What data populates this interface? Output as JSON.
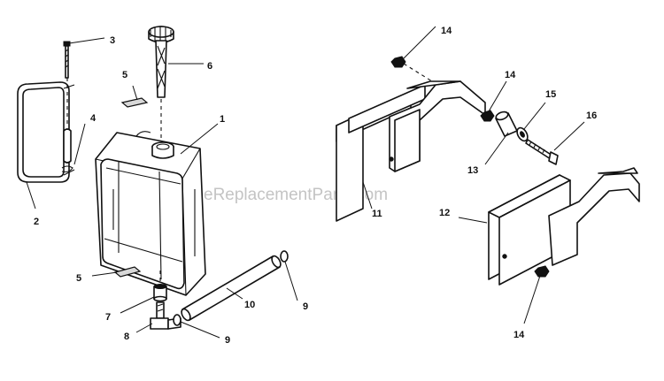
{
  "watermark": "eReplacementParts.com",
  "callouts": {
    "c1": "1",
    "c2": "2",
    "c3": "3",
    "c4": "4",
    "c5a": "5",
    "c5b": "5",
    "c6": "6",
    "c7": "7",
    "c8": "8",
    "c9a": "9",
    "c9b": "9",
    "c10": "10",
    "c11": "11",
    "c12": "12",
    "c13": "13",
    "c14a": "14",
    "c14b": "14",
    "c14c": "14",
    "c15": "15",
    "c16": "16"
  }
}
